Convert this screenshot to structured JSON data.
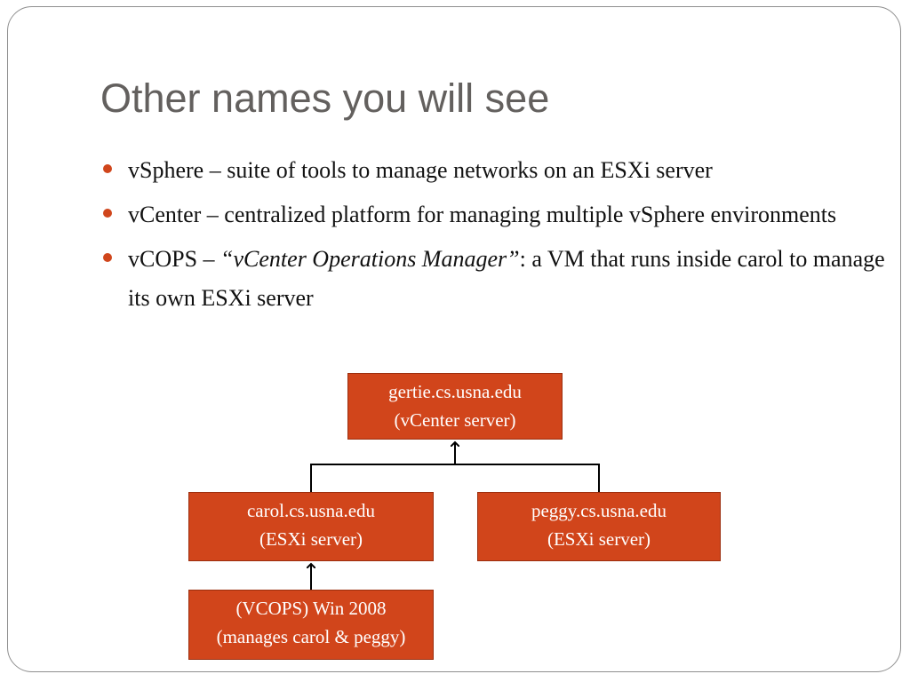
{
  "slide": {
    "title": "Other names you will see",
    "bullets": [
      {
        "lead": "vSphere – suite of tools to manage networks on an ESXi server"
      },
      {
        "lead": "vCenter – centralized platform for managing multiple vSphere environments"
      },
      {
        "lead": "vCOPS – ",
        "italic": "“vCenter Operations Manager”",
        "tail": ": a VM that runs inside carol to manage its own ESXi server"
      }
    ]
  },
  "diagram": {
    "accent_color": "#d1451b",
    "nodes": {
      "gertie": {
        "line1": "gertie.cs.usna.edu",
        "line2": "(vCenter server)"
      },
      "carol": {
        "line1": "carol.cs.usna.edu",
        "line2": "(ESXi server)"
      },
      "peggy": {
        "line1": "peggy.cs.usna.edu",
        "line2": "(ESXi server)"
      },
      "vcops": {
        "line1": "(VCOPS) Win 2008",
        "line2": "(manages carol & peggy)"
      }
    }
  }
}
